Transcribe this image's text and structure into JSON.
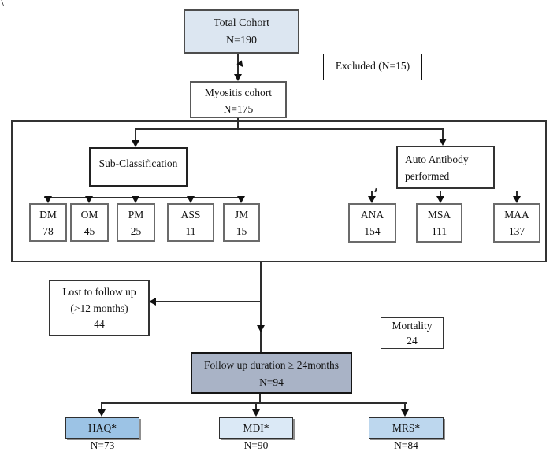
{
  "page": {
    "corner_mark": "\\"
  },
  "nodes": {
    "total_cohort": {
      "title": "Total Cohort",
      "n": "N=190"
    },
    "excluded": {
      "label": "Excluded (N=15)"
    },
    "myositis_cohort": {
      "title": "Myositis cohort",
      "n": "N=175"
    },
    "sub_classification": {
      "label": "Sub-Classification"
    },
    "auto_antibody": {
      "line1": "Auto Antibody",
      "line2": "performed"
    },
    "lost_to_followup": {
      "line1": "Lost to follow up",
      "line2": "(>12 months)",
      "value": "44"
    },
    "mortality": {
      "label": "Mortality",
      "value": "24"
    },
    "followup_duration": {
      "title": "Follow up duration ≥ 24months",
      "n": "N=94"
    }
  },
  "subclassification_boxes": [
    {
      "label": "DM",
      "value": "78"
    },
    {
      "label": "OM",
      "value": "45"
    },
    {
      "label": "PM",
      "value": "25"
    },
    {
      "label": "ASS",
      "value": "11"
    },
    {
      "label": "JM",
      "value": "15"
    }
  ],
  "antibody_boxes": [
    {
      "label": "ANA",
      "value": "154"
    },
    {
      "label": "MSA",
      "value": "111"
    },
    {
      "label": "MAA",
      "value": "137"
    }
  ],
  "outcome_boxes": [
    {
      "label": "HAQ*",
      "n": "N=73",
      "fill": "#9cc3e5"
    },
    {
      "label": "MDI*",
      "n": "N=90",
      "fill": "#dbe9f6"
    },
    {
      "label": "MRS*",
      "n": "N=84",
      "fill": "#bdd7ee"
    }
  ],
  "colors": {
    "total_cohort_fill": "#dce6f1",
    "followup_fill": "#a9b3c6",
    "haq_fill": "#9cc3e5",
    "mdi_fill": "#dbe9f6",
    "mrs_fill": "#bdd7ee",
    "line_color": "#2d2d2d"
  }
}
